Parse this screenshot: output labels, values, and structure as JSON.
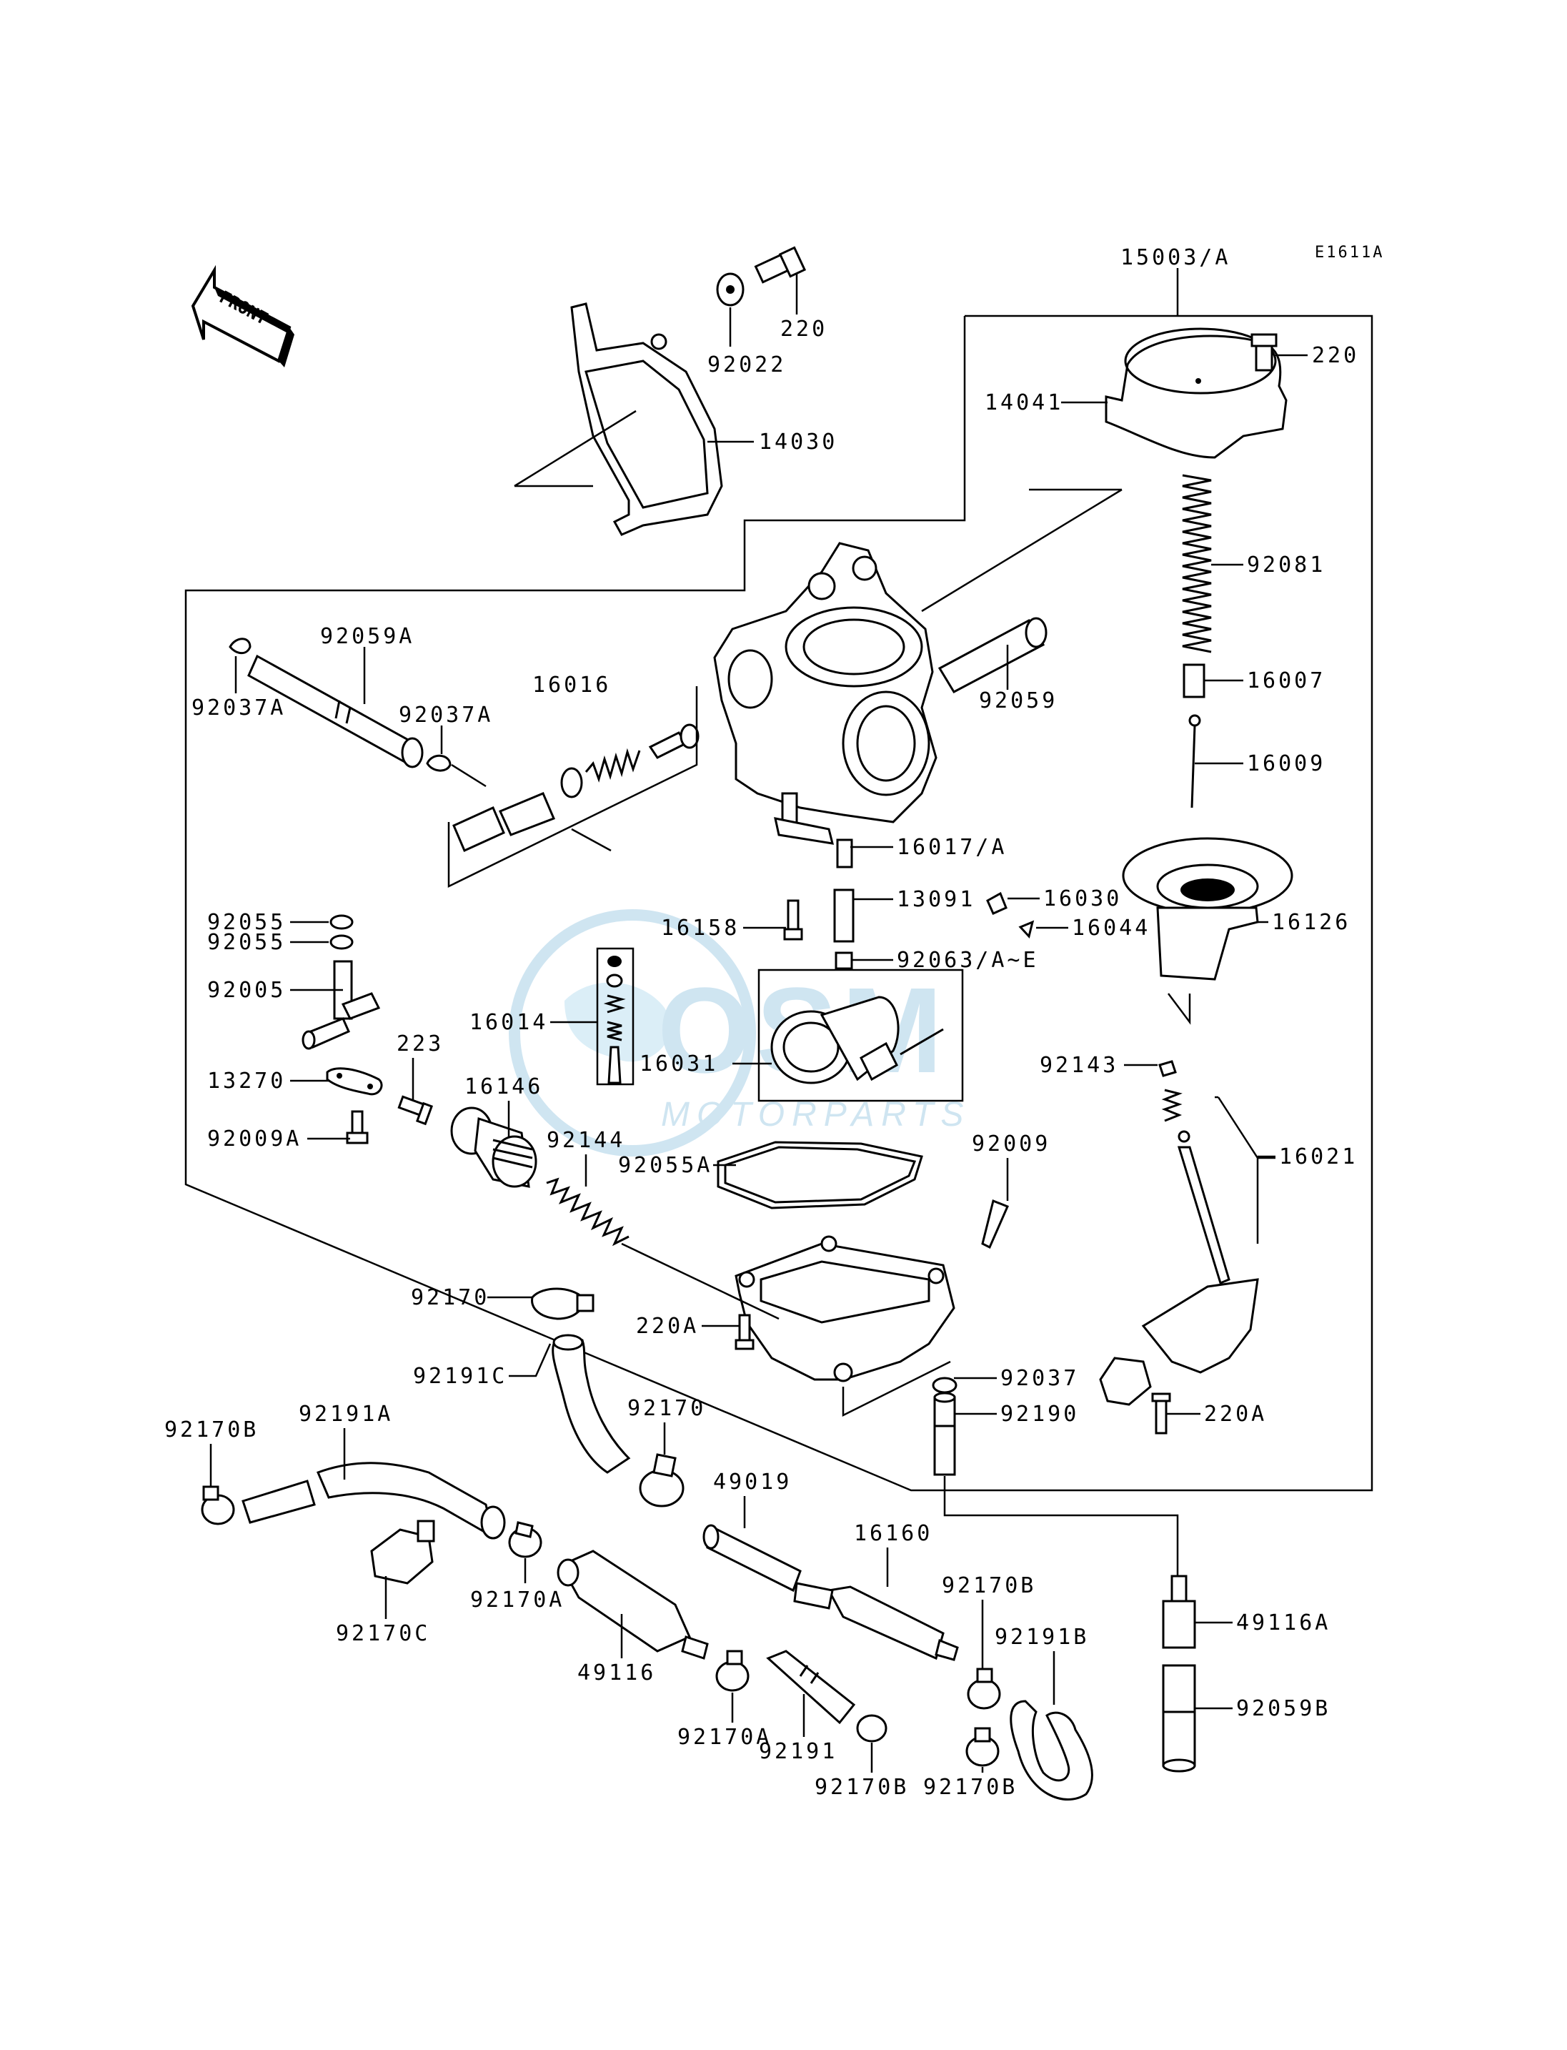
{
  "diagram_code": "E1611A",
  "front_arrow": {
    "text": "FRONT",
    "icon": "front-arrow-icon"
  },
  "watermark": {
    "brand": "OSM",
    "sub": "MOTORPARTS",
    "color": "#cfe5f1",
    "icon": "globe-logo"
  },
  "labels": {
    "l15003": "15003/A",
    "l220_top": "220",
    "l92022": "92022",
    "l14030": "14030",
    "l220_right": "220",
    "l14041": "14041",
    "l92081": "92081",
    "l16007": "16007",
    "l16009": "16009",
    "l92059A": "92059A",
    "l92037A_left": "92037A",
    "l92037A_mid": "92037A",
    "l16016": "16016",
    "l92059": "92059",
    "l16017": "16017/A",
    "l13091": "13091",
    "l16030": "16030",
    "l16044": "16044",
    "l16126": "16126",
    "l16158": "16158",
    "l92063": "92063/A~E",
    "l92055_a": "92055",
    "l92055_b": "92055",
    "l92005": "92005",
    "l16014": "16014",
    "l16031": "16031",
    "l13270": "13270",
    "l223": "223",
    "l16146": "16146",
    "l92009A": "92009A",
    "l92144": "92144",
    "l92055A": "92055A",
    "l92009": "92009",
    "l92143": "92143",
    "l16021": "16021",
    "l92170_a": "92170",
    "l220A_left": "220A",
    "l92037": "92037",
    "l92191C": "92191C",
    "l92190": "92190",
    "l220A_right": "220A",
    "l92170B_left": "92170B",
    "l92191A": "92191A",
    "l92170_b": "92170",
    "l49019": "49019",
    "l16160": "16160",
    "l92170B_mid": "92170B",
    "l92191B": "92191B",
    "l49116A": "49116A",
    "l92170C": "92170C",
    "l92170A_a": "92170A",
    "l49116": "49116",
    "l92170A_b": "92170A",
    "l92059B": "92059B",
    "l92191": "92191",
    "l92170B_b1": "92170B",
    "l92170B_b2": "92170B"
  }
}
